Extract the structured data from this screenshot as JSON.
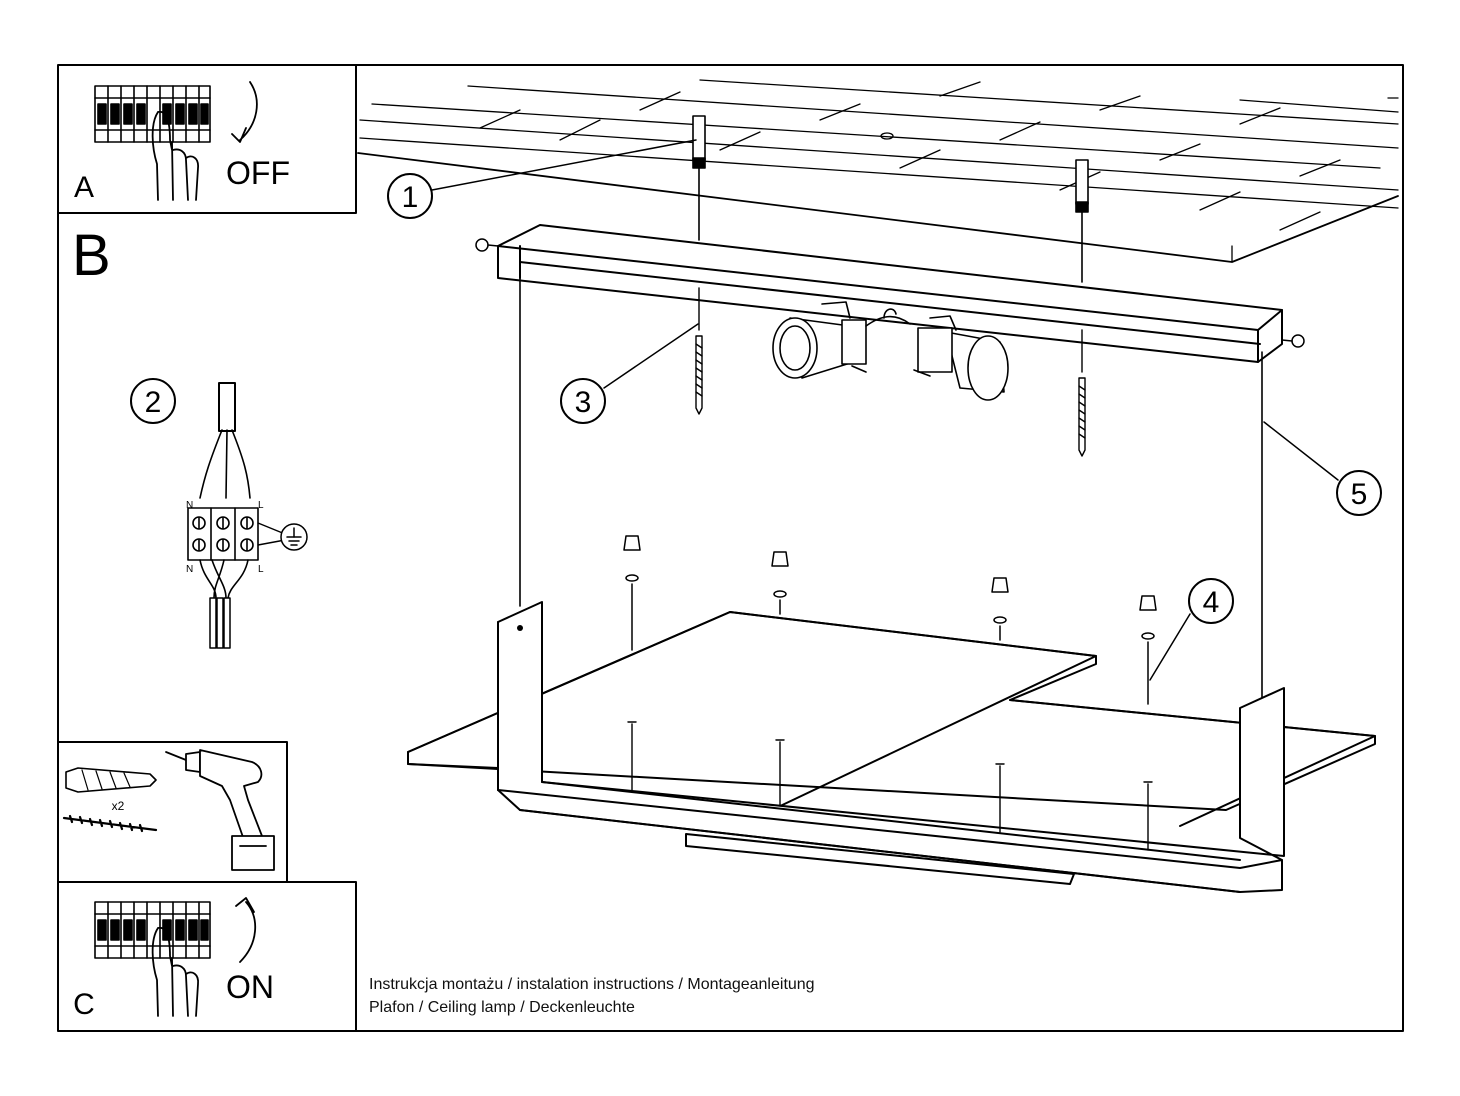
{
  "panel_a": {
    "letter": "A",
    "action": "OFF"
  },
  "panel_b": {
    "letter": "B"
  },
  "panel_c": {
    "letter": "C",
    "action": "ON",
    "quantity": "x2"
  },
  "callouts": [
    "1",
    "2",
    "3",
    "4",
    "5"
  ],
  "wiring": {
    "neutral": "N",
    "live": "L"
  },
  "footer": {
    "line1": "Instrukcja montażu / instalation instructions / Montageanleitung",
    "line2": "Plafon / Ceiling lamp / Deckenleuchte"
  },
  "icons": [
    "circuit-breaker-icon",
    "hand-icon",
    "arrow-icon",
    "ground-icon",
    "drill-icon",
    "wall-plug-icon",
    "screw-icon"
  ]
}
